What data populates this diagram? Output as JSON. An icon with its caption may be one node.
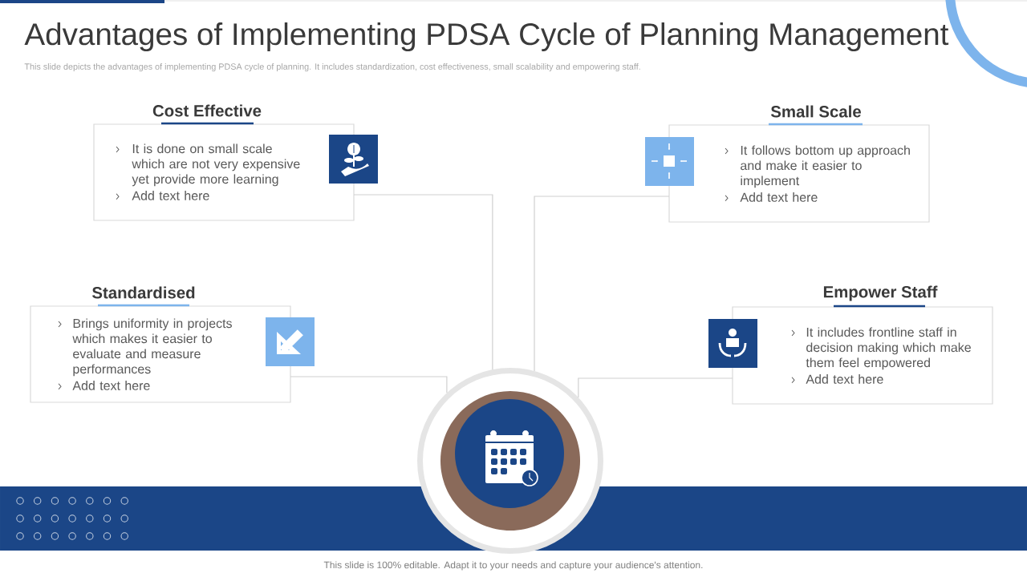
{
  "diagram": {
    "title": "Advantages of Implementing PDSA Cycle of Planning Management",
    "nodes": [
      {
        "text": [
          "Cost Effective",
          "It is done on small scale which are not very expensive yet provide more learning",
          "Add text here"
        ]
      },
      {
        "text": [
          "Small Scale",
          "It follows bottom up approach and make it easier to implement",
          "Add text here"
        ]
      },
      {
        "text": [
          "Standardised",
          "Brings uniformity in projects which makes it easier to evaluate and measure performances",
          "Add text here"
        ]
      },
      {
        "text": [
          "Empower Staff",
          "It includes frontline staff in decision making which make them feel empowered",
          "Add text here"
        ]
      },
      {
        "text": [],
        "shape": "circle"
      }
    ],
    "edges": [
      {
        "from": 0,
        "to": 4,
        "arrow": "none"
      },
      {
        "from": 1,
        "to": 4,
        "arrow": "none"
      },
      {
        "from": 2,
        "to": 4,
        "arrow": "none"
      },
      {
        "from": 3,
        "to": 4,
        "arrow": "none"
      }
    ],
    "labels": [
      "This slide depicts the advantages of implementing PDSA cycle of planning. It includes standardization, cost effectiveness, small scalability and empowering staff.",
      "This slide is 100% editable. Adapt it to your needs and capture your audience's attention."
    ]
  }
}
